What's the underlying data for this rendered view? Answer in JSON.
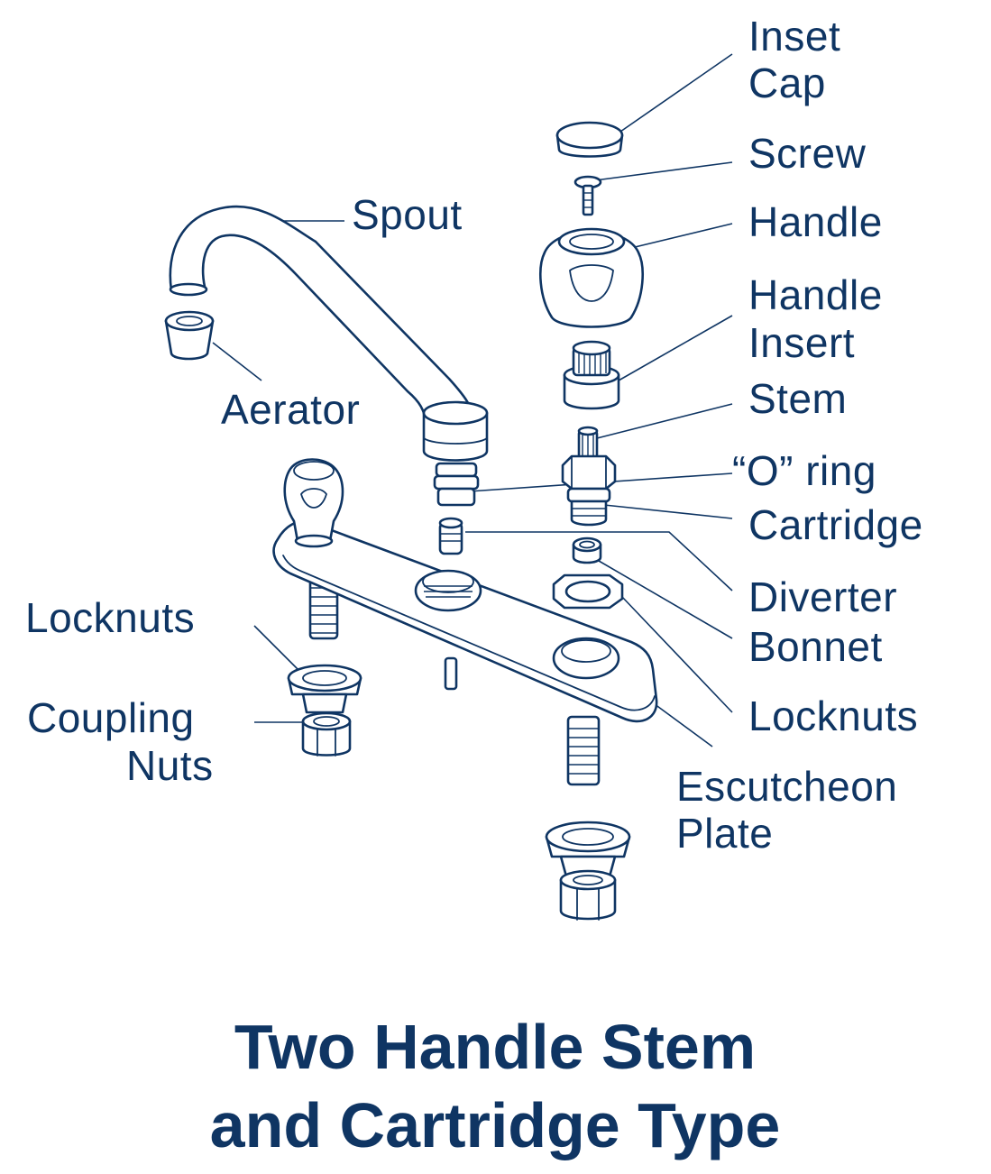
{
  "title": {
    "line1": "Two Handle Stem",
    "line2": "and Cartridge Type"
  },
  "labels": {
    "inset_cap_1": "Inset",
    "inset_cap_2": "Cap",
    "screw": "Screw",
    "spout": "Spout",
    "handle": "Handle",
    "handle_insert_1": "Handle",
    "handle_insert_2": "Insert",
    "stem": "Stem",
    "aerator": "Aerator",
    "o_ring": "“O” ring",
    "cartridge": "Cartridge",
    "diverter_1": "Diverter",
    "diverter_2": "Bonnet",
    "locknuts_left": "Locknuts",
    "coupling_1": "Coupling",
    "coupling_2": "Nuts",
    "locknuts_right": "Locknuts",
    "escutcheon_1": "Escutcheon",
    "escutcheon_2": "Plate"
  },
  "colors": {
    "ink": "#0f3563",
    "background": "#ffffff"
  }
}
